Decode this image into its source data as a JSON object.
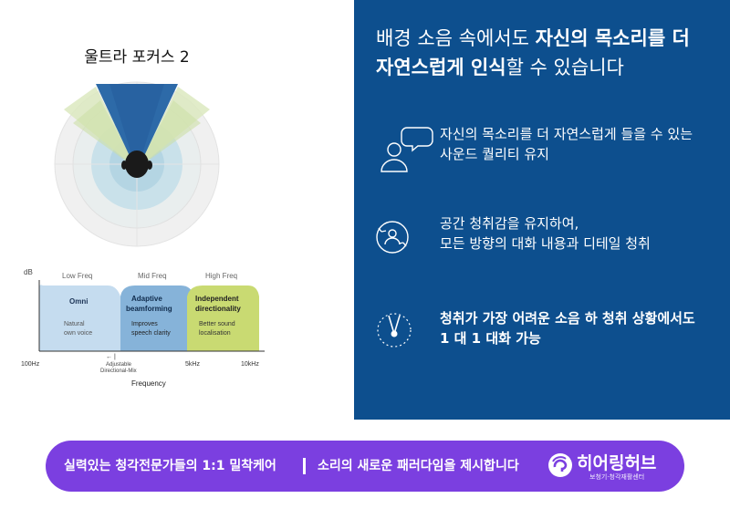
{
  "left": {
    "product_title": "울트라 포커스 2",
    "chart": {
      "y_label": "dB",
      "bands": [
        {
          "label": "Low Freq",
          "mode": "Omni",
          "desc": [
            "Natural",
            "own voice"
          ],
          "color": "#c5dcef"
        },
        {
          "label": "Mid Freq",
          "mode": [
            "Adaptive",
            "beamforming"
          ],
          "desc": [
            "Improves",
            "speech clarity"
          ],
          "color": "#86b3d9"
        },
        {
          "label": "High Freq",
          "mode": [
            "Independent",
            "directionality"
          ],
          "desc": [
            "Better sound",
            "localisation"
          ],
          "color": "#c9da72"
        }
      ],
      "x_ticks": [
        "100Hz",
        "5kHz",
        "10kHz"
      ],
      "adjustable": [
        "Adjustable",
        "Directional-Mix"
      ],
      "x_label": "Frequency"
    }
  },
  "right": {
    "headline_line1_normal": "배경 소음 속에서도 ",
    "headline_line1_bold": "자신의 목소리를 더",
    "headline_line2_bold": "자연스럽게 인식",
    "headline_line2_normal": "할 수 있습니다",
    "features": [
      {
        "icon": "user-speech-icon",
        "lines": [
          "자신의 목소리를 더 자연스럽게 들을 수 있는",
          "사운드 퀄리티 유지"
        ],
        "bold": false
      },
      {
        "icon": "spatial-orientation-icon",
        "lines": [
          "공간 청취감을 유지하여,",
          "모든 방향의 대화 내용과 디테일 청취"
        ],
        "bold": false
      },
      {
        "icon": "focus-beam-icon",
        "lines": [
          "청취가 가장 어려운 소음 하 청취 상황에서도",
          "1 대 1 대화 가능"
        ],
        "bold": true
      }
    ]
  },
  "footer": {
    "text_left": "실력있는 청각전문가들의 1:1 밀착케어",
    "text_right": "소리의 새로운 패러다임을 제시합니다",
    "brand_name": "히어링허브",
    "brand_sub": "보청기·청각재활센터"
  }
}
